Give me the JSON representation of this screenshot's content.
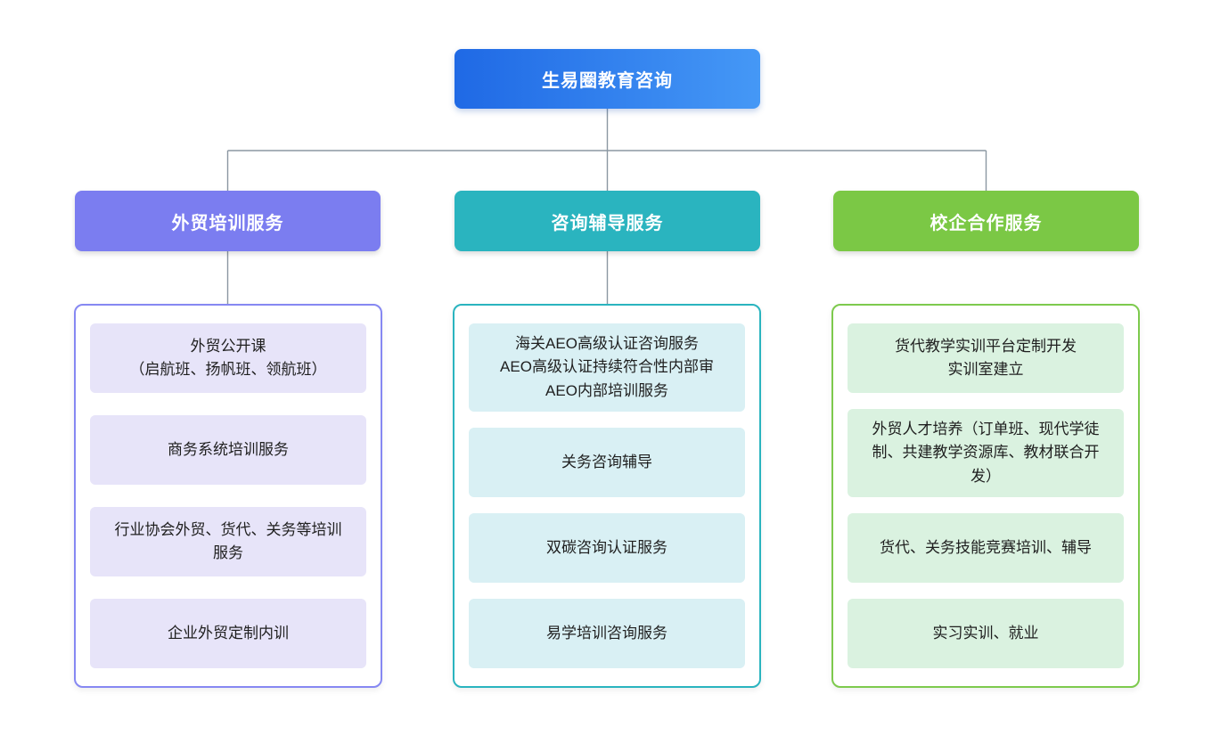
{
  "diagram": {
    "root": {
      "label": "生易圈教育咨询"
    },
    "branches": [
      {
        "label": "外贸培训服务",
        "items": [
          "外贸公开课\n（启航班、扬帆班、领航班）",
          "商务系统培训服务",
          "行业协会外贸、货代、关务等培训服务",
          "企业外贸定制内训"
        ]
      },
      {
        "label": "咨询辅导服务",
        "items": [
          "海关AEO高级认证咨询服务\nAEO高级认证持续符合性内部审\nAEO内部培训服务",
          "关务咨询辅导",
          "双碳咨询认证服务",
          "易学培训咨询服务"
        ]
      },
      {
        "label": "校企合作服务",
        "items": [
          "货代教学实训平台定制开发\n实训室建立",
          "外贸人才培养（订单班、现代学徒制、共建教学资源库、教材联合开发）",
          "货代、关务技能竞赛培训、辅导",
          "实习实训、就业"
        ]
      }
    ]
  },
  "colors": {
    "root_gradient_start": "#1f69e5",
    "root_gradient_end": "#4598f6",
    "branch1_header": "#7b7df0",
    "branch1_border": "#8688f2",
    "branch1_item_bg": "#e7e4f9",
    "branch2_header": "#2ab4bf",
    "branch2_border": "#2ab4bf",
    "branch2_item_bg": "#d9f0f4",
    "branch3_header": "#7bc845",
    "branch3_border": "#7dca4d",
    "branch3_item_bg": "#daf2e0",
    "connector": "#8b97a2",
    "text": "#1f1f1f",
    "header_text": "#ffffff"
  }
}
